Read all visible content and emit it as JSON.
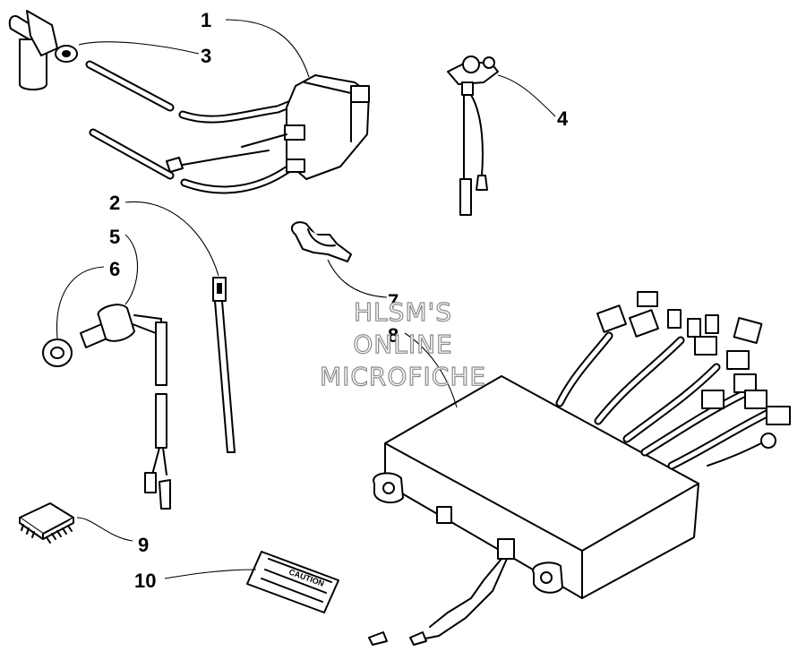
{
  "callouts": {
    "c1": "1",
    "c2": "2",
    "c3": "3",
    "c4": "4",
    "c5": "5",
    "c6": "6",
    "c7": "7",
    "c8": "8",
    "c9": "9",
    "c10": "10"
  },
  "watermark": {
    "line1": "HLSM'S",
    "line2": "ONLINE",
    "line3": "MICROFICHE"
  },
  "caution_label": {
    "heading": "CAUTION"
  }
}
